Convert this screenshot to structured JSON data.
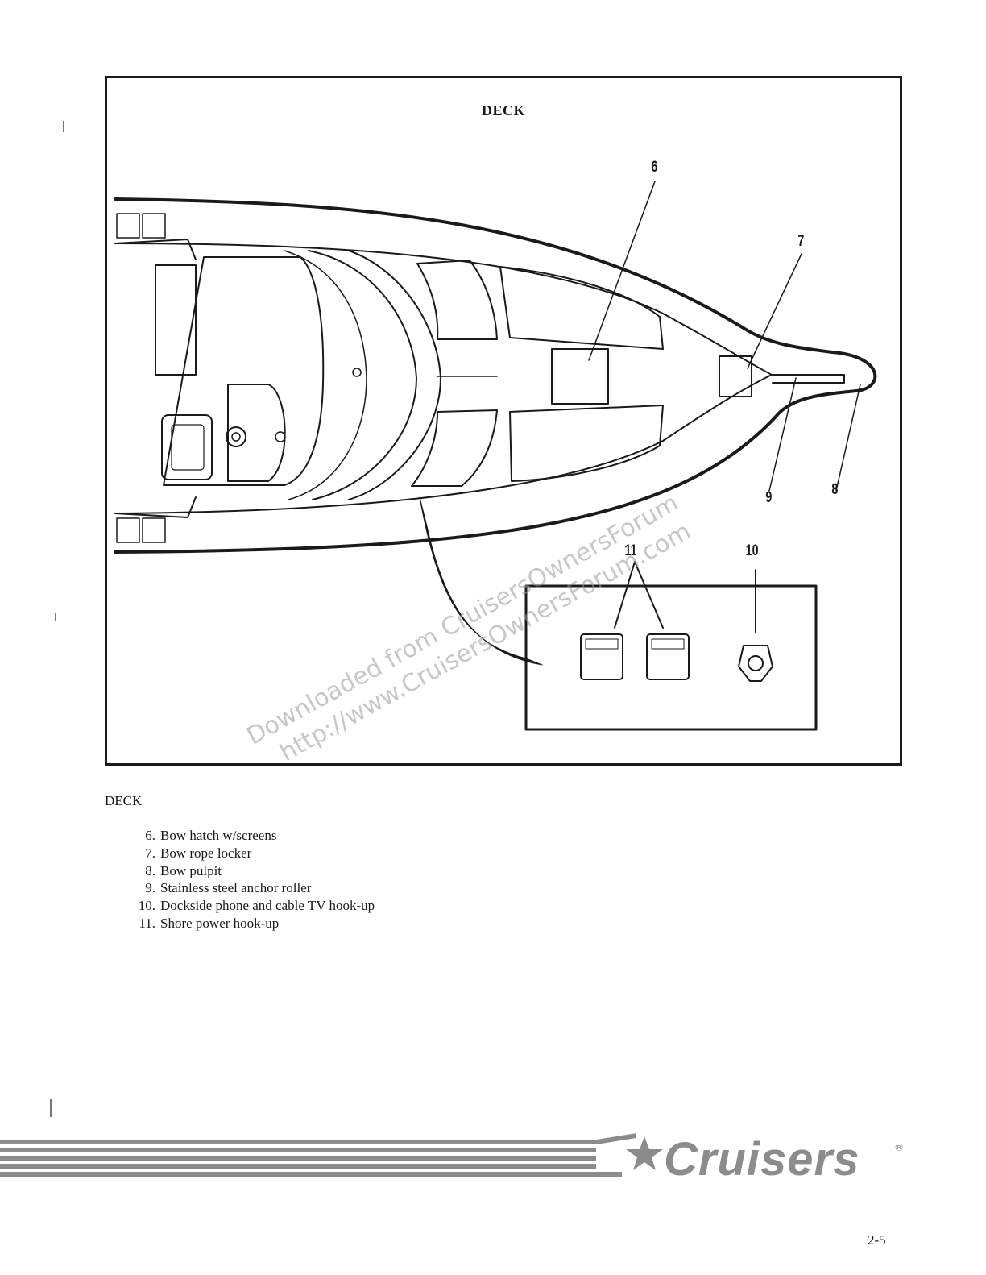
{
  "figure": {
    "title": "DECK",
    "callouts": [
      "6",
      "7",
      "8",
      "9",
      "10",
      "11"
    ]
  },
  "watermark": {
    "line1": "Downloaded from CruisersOwnersForum",
    "line2": "http://www.CruisersOwnersForum.com"
  },
  "section": {
    "heading": "DECK",
    "items": [
      {
        "num": "6.",
        "text": "Bow hatch w/screens"
      },
      {
        "num": "7.",
        "text": "Bow rope locker"
      },
      {
        "num": "8.",
        "text": "Bow pulpit"
      },
      {
        "num": "9.",
        "text": "Stainless steel anchor roller"
      },
      {
        "num": "10.",
        "text": "Dockside phone and cable TV hook-up"
      },
      {
        "num": "11.",
        "text": "Shore power hook-up"
      }
    ]
  },
  "footer": {
    "brand": "Cruisers",
    "registered_mark": "®",
    "page_number": "2-5"
  },
  "colors": {
    "ink": "#1a1a1a",
    "footer_gray": "#8c8c8c"
  }
}
